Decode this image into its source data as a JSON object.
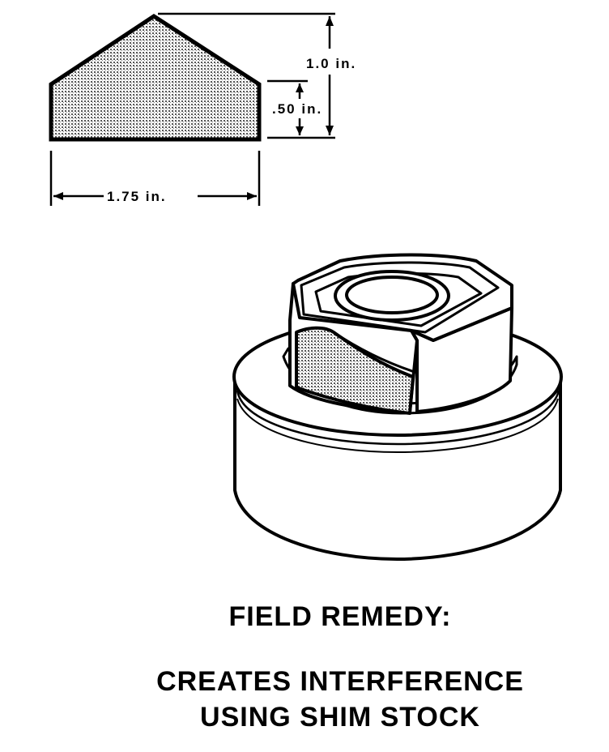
{
  "dimensions": {
    "height_total": "1.0 in.",
    "height_side": ".50 in.",
    "width": "1.75 in."
  },
  "caption": {
    "title": "FIELD REMEDY:",
    "line1": "CREATES INTERFERENCE",
    "line2": "USING SHIM STOCK"
  },
  "colors": {
    "ink": "#000000",
    "shim_fill": "#b8b8b8",
    "paper": "#ffffff"
  }
}
